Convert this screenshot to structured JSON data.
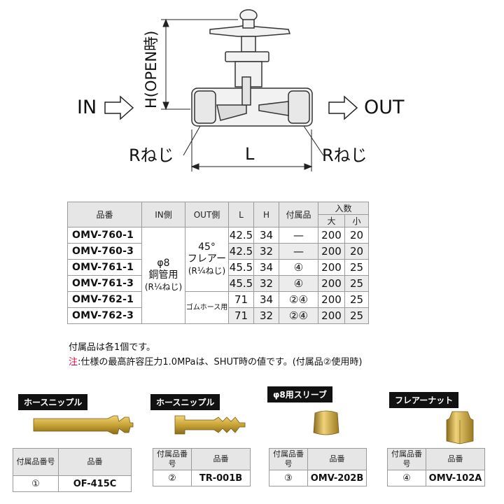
{
  "diagram": {
    "in_label": "IN",
    "out_label": "OUT",
    "height_label": "H(OPEN時)",
    "length_label": "L",
    "thread_left": "Rねじ",
    "thread_right": "Rねじ"
  },
  "spec_table": {
    "headers": {
      "model": "品番",
      "in_side": "IN側",
      "out_side": "OUT側",
      "l": "L",
      "h": "H",
      "accessory": "付属品",
      "quantity": "入数",
      "large": "大",
      "small": "小"
    },
    "in_merged": [
      "φ8",
      "銅管用",
      "(R¼ねじ)"
    ],
    "out_merged": [
      "45°",
      "フレアー",
      "(R¼ねじ)"
    ],
    "out_rubber": "ゴムホース用",
    "rows": [
      {
        "model": "OMV-760-1",
        "l": "42.5",
        "h": "34",
        "acc": "—",
        "large": "200",
        "small": "20"
      },
      {
        "model": "OMV-760-3",
        "l": "42.5",
        "h": "32",
        "acc": "—",
        "large": "200",
        "small": "20"
      },
      {
        "model": "OMV-761-1",
        "l": "45.5",
        "h": "34",
        "acc": "④",
        "large": "200",
        "small": "25"
      },
      {
        "model": "OMV-761-3",
        "l": "45.5",
        "h": "32",
        "acc": "④",
        "large": "200",
        "small": "25"
      },
      {
        "model": "OMV-762-1",
        "l": "71",
        "h": "34",
        "acc": "②④",
        "large": "200",
        "small": "25"
      },
      {
        "model": "OMV-762-3",
        "l": "71",
        "h": "32",
        "acc": "②④",
        "large": "200",
        "small": "25"
      }
    ]
  },
  "notes": {
    "line1": "付属品は各1個です。",
    "prefix": "注",
    "line2": ":仕様の最高許容圧力1.0MPaは、SHUT時の値です。(付属品②使用時)"
  },
  "accessories": [
    {
      "title": "ホースニップル",
      "head_no": "付属品番号",
      "head_part": "品番",
      "no": "①",
      "part": "OF-415C"
    },
    {
      "title": "ホースニップル",
      "head_no": "付属品番号",
      "head_part": "品番",
      "no": "②",
      "part": "TR-001B"
    },
    {
      "title": "φ8用スリーブ",
      "head_no": "付属品番号",
      "head_part": "品番",
      "no": "③",
      "part": "OMV-202B"
    },
    {
      "title": "フレアーナット",
      "head_no": "付属品番号",
      "head_part": "品番",
      "no": "④",
      "part": "OMV-102A"
    }
  ],
  "colors": {
    "brass": "#c9a436",
    "brass_dark": "#8a6d1c",
    "note_red": "#e6003c"
  }
}
